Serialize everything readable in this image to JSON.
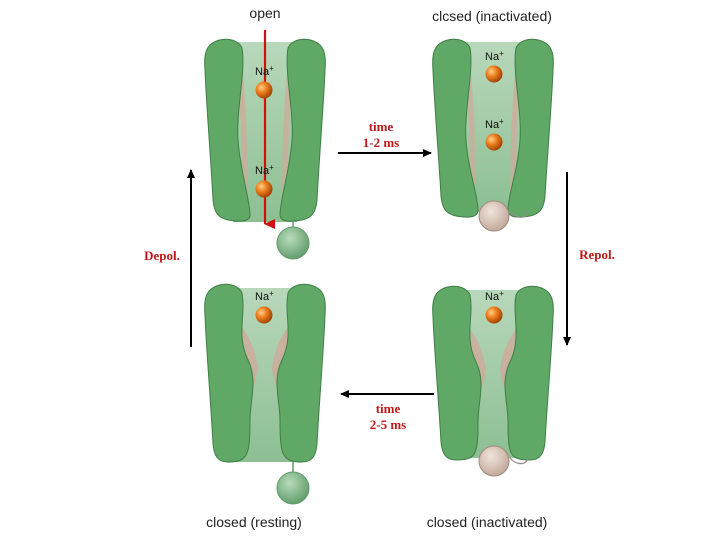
{
  "states": {
    "open": "open",
    "inactivated_top": "clcsed (inactivated)",
    "resting": "closed (resting)",
    "inactivated_bottom": "closed (inactivated)"
  },
  "ion": {
    "symbol": "Na",
    "charge": "+"
  },
  "transitions": {
    "open_to_inactivated": {
      "line1": "time",
      "line2": "1-2 ms"
    },
    "inactivated_to_resting": {
      "line1": "time",
      "line2": "2-5 ms"
    },
    "depol": "Depol.",
    "repol": "Repol."
  },
  "colors": {
    "protein": "#5fa866",
    "protein_dark": "#3f7f45",
    "pore": "#9cc7a0",
    "pore_pink": "#cfa99a",
    "gate_ball": "#7fb38a",
    "gate_ball_inact": "#d6c2b5",
    "ion": "#e8731a",
    "flow_arrow": "#d01010",
    "label_red": "#c01818",
    "arrow": "#000000"
  }
}
